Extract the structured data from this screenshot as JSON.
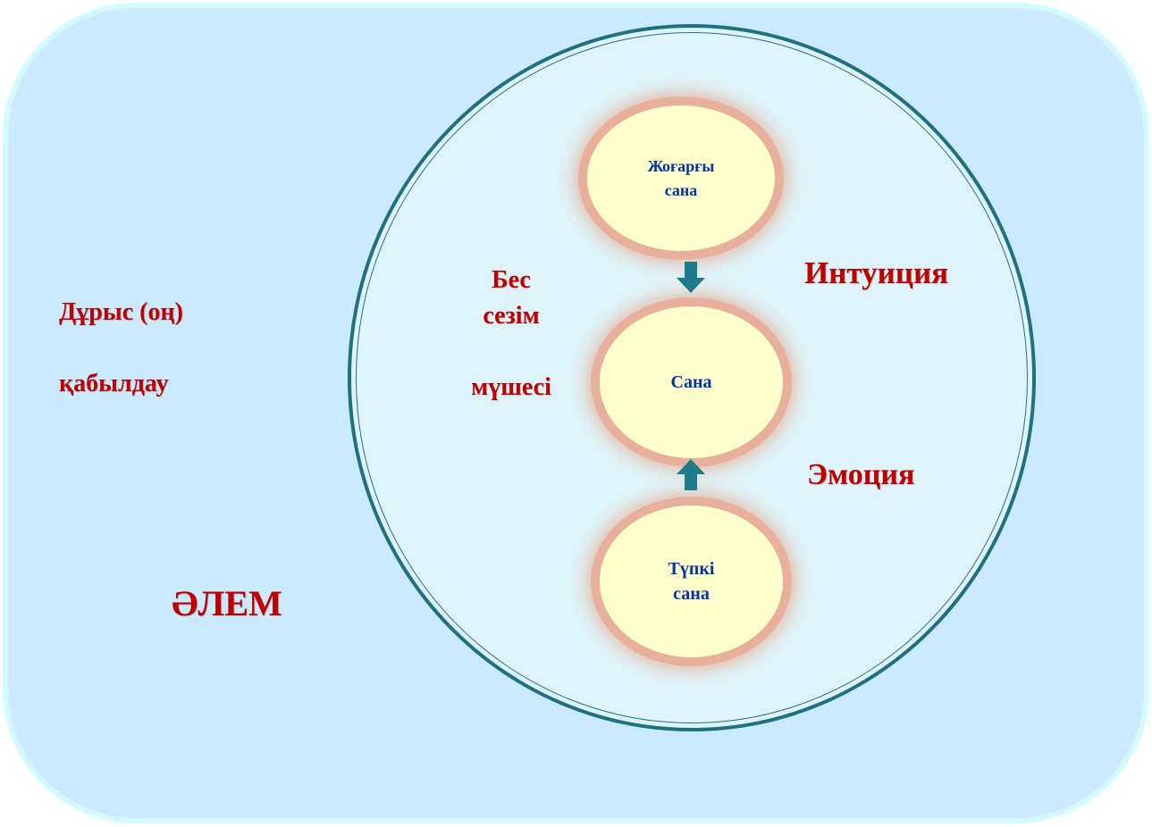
{
  "world": "ӘЛЕМ",
  "perception": {
    "line1": "Дұрыс (оң)",
    "line2": "қабылдау"
  },
  "senses": {
    "line1": "Бес",
    "line2": "сезім",
    "line3": "мүшесі"
  },
  "intuition": "Интуиция",
  "emotion": "Эмоция",
  "nodes": {
    "higher": {
      "line1": "Жоғарғы",
      "line2": "сана"
    },
    "consciousness": {
      "line1": "Сана"
    },
    "sub": {
      "line1": "Түпкі",
      "line2": "сана"
    }
  },
  "colors": {
    "label_red": "#c00000",
    "node_text": "#0033aa",
    "circle_border": "#1f7080"
  }
}
